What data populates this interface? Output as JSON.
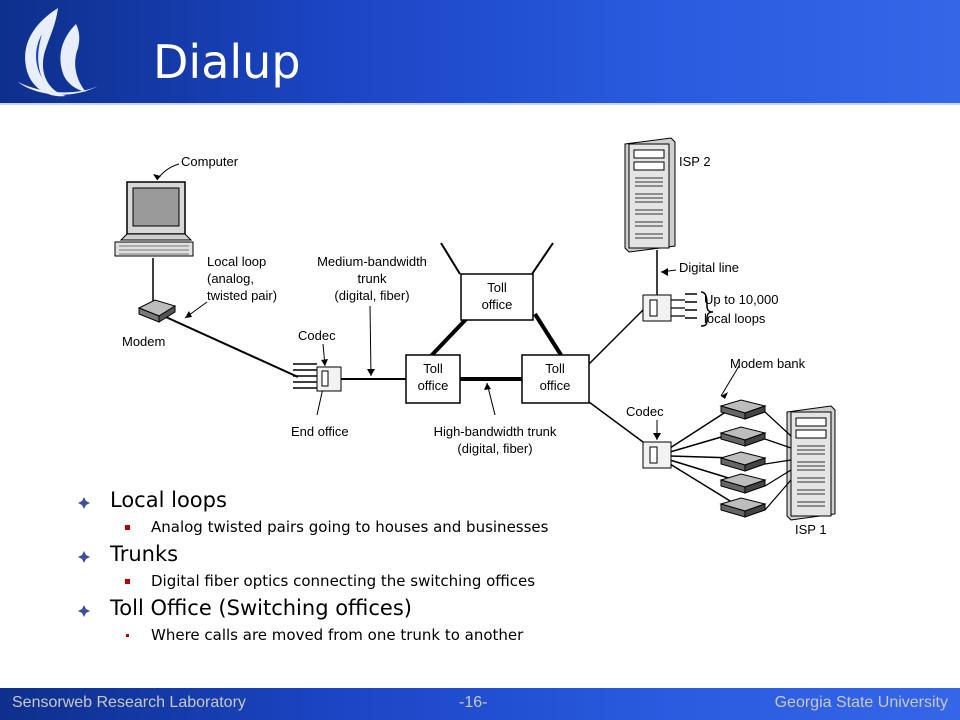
{
  "slide": {
    "title": "Dialup",
    "bullets": [
      {
        "text": "Local loops",
        "subs": [
          "Analog twisted pairs going to houses and businesses"
        ]
      },
      {
        "text": "Trunks",
        "subs": [
          "Digital fiber optics connecting the switching offices"
        ]
      },
      {
        "text": "Toll Office (Switching offices)",
        "subs": [
          "Where calls are moved from one trunk to another"
        ]
      }
    ]
  },
  "diagram": {
    "labels": {
      "computer": "Computer",
      "modem": "Modem",
      "local_loop_1": "Local loop",
      "local_loop_2": "(analog,",
      "local_loop_3": "twisted pair)",
      "medium_1": "Medium-bandwidth",
      "medium_2": "trunk",
      "medium_3": "(digital, fiber)",
      "codec_left": "Codec",
      "end_office": "End office",
      "toll_top_1": "Toll",
      "toll_top_2": "office",
      "toll_left_1": "Toll",
      "toll_left_2": "office",
      "toll_right_1": "Toll",
      "toll_right_2": "office",
      "high_1": "High-bandwidth trunk",
      "high_2": "(digital, fiber)",
      "isp2": "ISP 2",
      "digital_line": "Digital line",
      "up_to_1": "Up to 10,000",
      "up_to_2": "local loops",
      "modem_bank": "Modem bank",
      "codec_right": "Codec",
      "isp1": "ISP 1"
    }
  },
  "footer": {
    "left": "Sensorweb Research Laboratory",
    "center": "-16-",
    "right": "Georgia State University"
  }
}
